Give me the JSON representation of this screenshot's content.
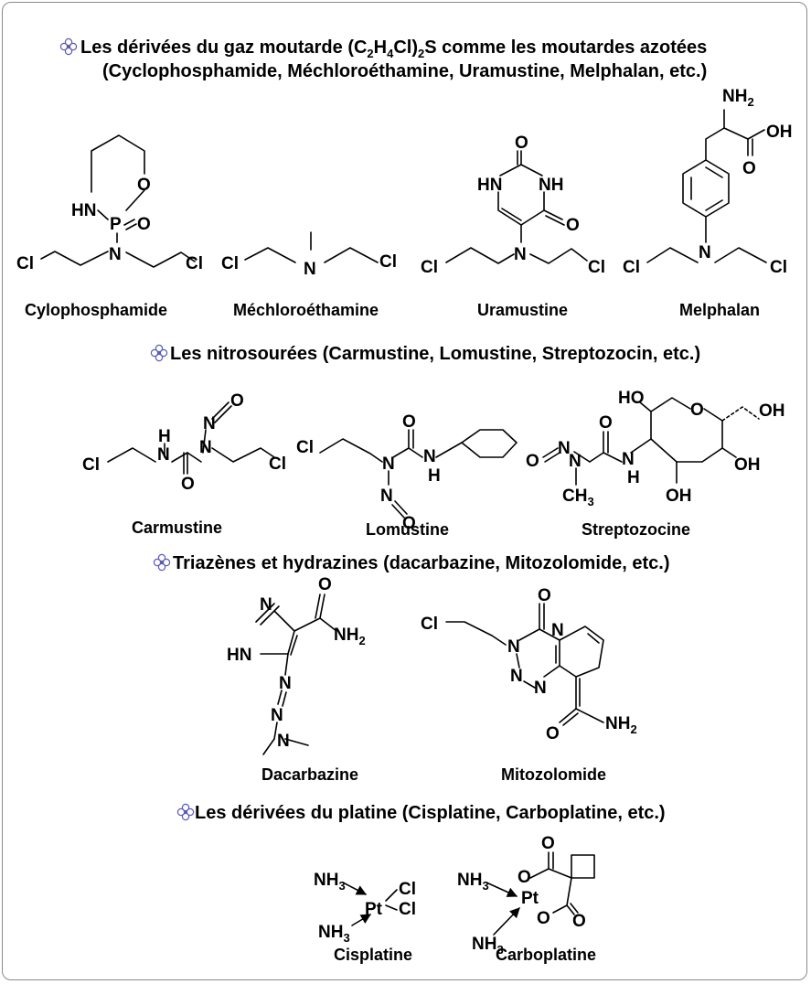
{
  "headers": {
    "mustards_line1_pre": "Les dérivées du gaz moutarde (C",
    "mustards_line1_post": "S comme les moutardes azotées",
    "mustards_sub_2a": "2",
    "mustards_H": "H",
    "mustards_sub_4": "4",
    "mustards_Cl": "Cl)",
    "mustards_sub_2b": "2",
    "mustards_line2": "(Cyclophosphamide, Méchloroéthamine, Uramustine, Melphalan, etc.)",
    "nitrosoureas": "Les nitrosourées (Carmustine, Lomustine, Streptozocin, etc.)",
    "triazenes": "Triazènes et hydrazines (dacarbazine, Mitozolomide, etc.)",
    "platinum": "Les dérivées du platine (Cisplatine, Carboplatine, etc.)"
  },
  "compounds": {
    "cyclophosphamide": "Cylophosphamide",
    "mechlorethamine": "Méchloroéthamine",
    "uramustine": "Uramustine",
    "melphalan": "Melphalan",
    "carmustine": "Carmustine",
    "lomustine": "Lomustine",
    "streptozocine": "Streptozocine",
    "dacarbazine": "Dacarbazine",
    "mitozolomide": "Mitozolomide",
    "cisplatine": "Cisplatine",
    "carboplatine": "Carboplatine"
  },
  "atoms": {
    "Cl": "Cl",
    "N": "N",
    "O": "O",
    "P": "P",
    "HN": "HN",
    "NH": "NH",
    "H": "H",
    "OH": "OH",
    "HO": "HO",
    "NH2": "NH",
    "two": "2",
    "CH3": "CH",
    "three": "3",
    "Pt": "Pt",
    "NH3": "NH"
  },
  "bullet_icon": "flower-bullet-icon"
}
